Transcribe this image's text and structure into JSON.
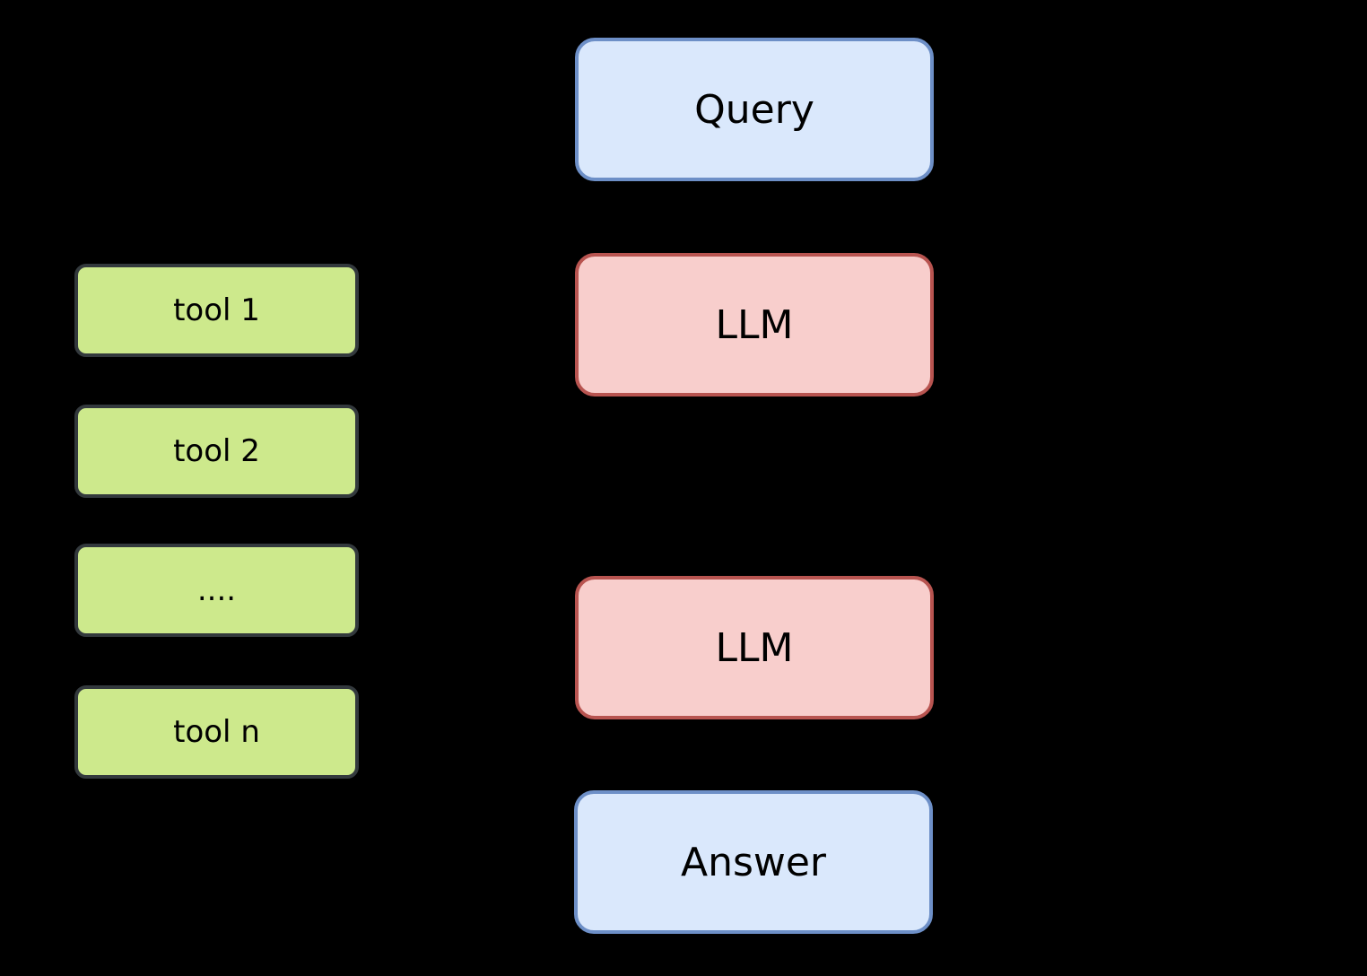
{
  "boxes": {
    "query": {
      "label": "Query"
    },
    "llm_top": {
      "label": "LLM"
    },
    "llm_bottom": {
      "label": "LLM"
    },
    "answer": {
      "label": "Answer"
    },
    "tools": [
      {
        "label": "tool 1"
      },
      {
        "label": "tool 2"
      },
      {
        "label": "...."
      },
      {
        "label": "tool n"
      }
    ]
  },
  "colors": {
    "background": "#000000",
    "text": "#000000",
    "io_fill": "#dae8fc",
    "io_border": "#6d8fc7",
    "llm_fill": "#f8cecc",
    "llm_border": "#b85450",
    "tool_fill": "#cde98c",
    "tool_border": "#33393d"
  }
}
